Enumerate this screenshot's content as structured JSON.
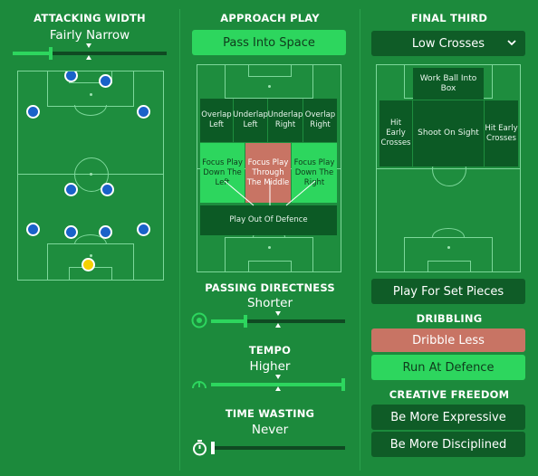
{
  "attacking_width": {
    "title": "ATTACKING WIDTH",
    "value": "Fairly Narrow",
    "level": 0.25
  },
  "approach_play": {
    "title": "APPROACH PLAY",
    "selected_label": "Pass Into Space",
    "zones": {
      "overlap_left": "Overlap Left",
      "underlap_left": "Underlap Left",
      "underlap_right": "Underlap Right",
      "overlap_right": "Overlap Right",
      "focus_left": "Focus Play Down The Left",
      "focus_middle": "Focus Play Through The Middle",
      "focus_right": "Focus Play Down The Right",
      "play_out": "Play Out Of Defence"
    }
  },
  "passing_directness": {
    "title": "PASSING DIRECTNESS",
    "value": "Shorter",
    "level": 0.3
  },
  "tempo": {
    "title": "TEMPO",
    "value": "Higher",
    "level": 1.0
  },
  "time_wasting": {
    "title": "TIME WASTING",
    "value": "Never",
    "level": 0.0
  },
  "final_third": {
    "title": "FINAL THIRD",
    "dropdown_value": "Low Crosses",
    "zones": {
      "work_ball": "Work Ball Into Box",
      "hit_early_left": "Hit Early Crosses",
      "shoot_on_sight": "Shoot On Sight",
      "hit_early_right": "Hit Early Crosses"
    },
    "set_pieces_label": "Play For Set Pieces"
  },
  "dribbling": {
    "title": "DRIBBLING",
    "dribble_less": "Dribble Less",
    "run_at_defence": "Run At Defence"
  },
  "creative_freedom": {
    "title": "CREATIVE FREEDOM",
    "more_expressive": "Be More Expressive",
    "more_disciplined": "Be More Disciplined"
  },
  "colors": {
    "background": "#1c8a3c",
    "accent_green": "#2dd65e",
    "dark_green": "#0f5c27",
    "red": "#c87464",
    "player_blue": "#1a62c9",
    "goalkeeper_yellow": "#f5d000"
  }
}
